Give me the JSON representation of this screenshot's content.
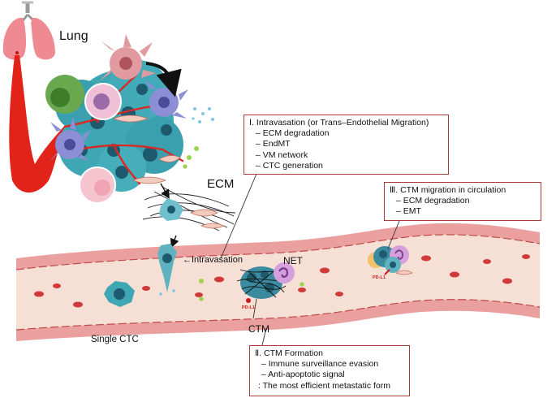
{
  "labels": {
    "lung": "Lung",
    "ecm": "ECM",
    "intravasation": "←Intravasation",
    "net": "NET",
    "ctm": "CTM",
    "single_ctc": "Single CTC",
    "pd_l1": "PD-L1"
  },
  "boxes": {
    "intravasation": {
      "title": "Ⅰ. Intravasation (or Trans–Endothelial Migration)",
      "items": [
        "– ECM degradation",
        "– EndMT",
        "– VM network",
        "– CTC generation"
      ]
    },
    "migration": {
      "title": "Ⅲ. CTM migration in circulation",
      "items": [
        "– ECM degradation",
        "– EMT"
      ]
    },
    "formation": {
      "title": "Ⅱ. CTM Formation",
      "items": [
        "– Immune surveillance evasion",
        "– Anti-apoptotic signal"
      ],
      "note": ": The most efficient metastatic form"
    }
  },
  "colors": {
    "box_border": "#b03a3a",
    "vessel_wall": "#e9a09f",
    "vessel_lumen": "#f6dfd5",
    "artery": "#e2231a",
    "tumor_cell": "#3fa6b3",
    "lung": "#ef8a93"
  }
}
